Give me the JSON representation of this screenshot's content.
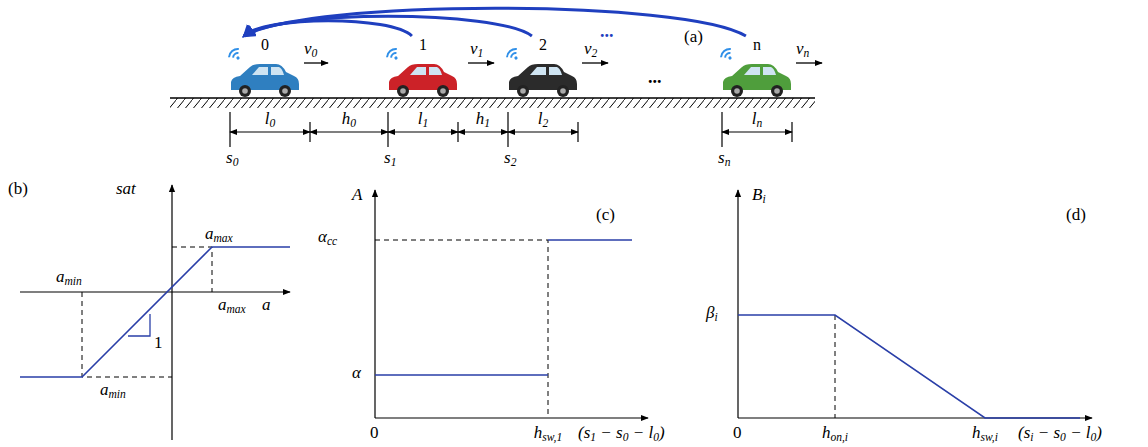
{
  "diagram": {
    "nodes": [
      {
        "text": [
          "0"
        ]
      },
      {
        "text": [
          "1"
        ]
      },
      {
        "text": [
          "2"
        ]
      },
      {
        "text": [
          "n"
        ]
      }
    ],
    "edges": [
      {
        "from": 1,
        "to": 0,
        "arrow": "to"
      },
      {
        "from": 2,
        "to": 0,
        "arrow": "to"
      },
      {
        "from": 3,
        "to": 0,
        "arrow": "to"
      }
    ],
    "labels": [
      "(a)",
      "v0",
      "v1",
      "v2",
      "vn",
      "...",
      "...",
      "l0",
      "h0",
      "l1",
      "h1",
      "l2",
      "ln",
      "s0",
      "s1",
      "s2",
      "sn",
      "(b)",
      "sat",
      "a",
      "amax",
      "amin",
      "amax",
      "amin",
      "1",
      "A",
      "(c)",
      "αcc",
      "α",
      "0",
      "hsw,1",
      "(s1 − s0 − l0)",
      "Bi",
      "(d)",
      "βi",
      "0",
      "hon,i",
      "hsw,i",
      "(si − s0 − l0)"
    ]
  }
}
